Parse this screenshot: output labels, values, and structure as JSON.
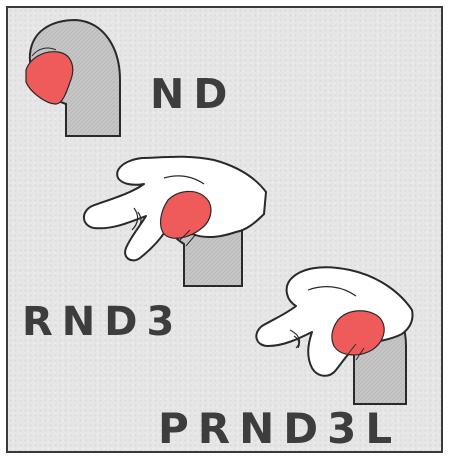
{
  "colors": {
    "knob_gray": "#c6c6c6",
    "button_red": "#ef5a5a",
    "outline": "#2a2a2a",
    "hand": "#ffffff",
    "label": "#3d3d3d",
    "background": "#e6e6e6"
  },
  "panels": [
    {
      "label": "ND",
      "hand": "none",
      "icon": "shift-knob-icon"
    },
    {
      "label": "RND3",
      "hand": "fingers-on-button",
      "icon": "hand-pressing-button-icon"
    },
    {
      "label": "PRND3L",
      "hand": "thumb-pressing-button",
      "icon": "hand-pressing-button-icon"
    }
  ]
}
